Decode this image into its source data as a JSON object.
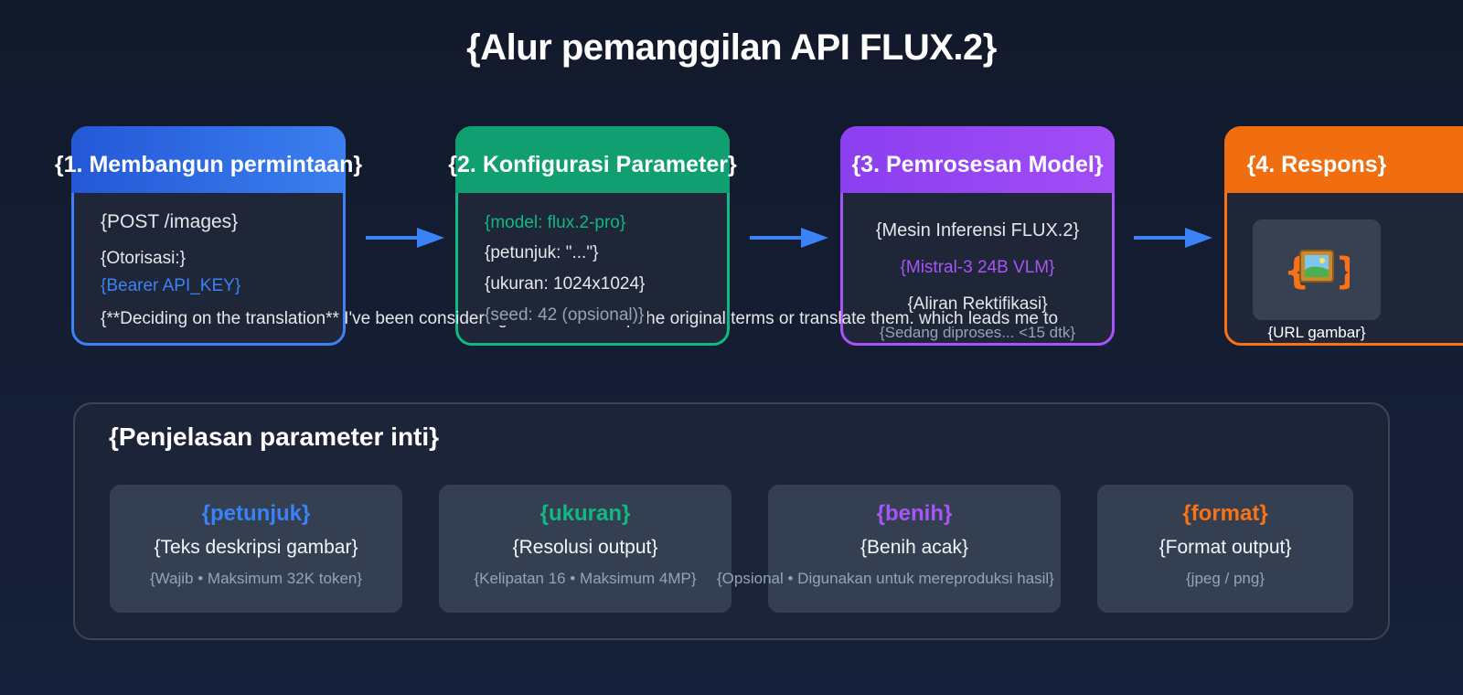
{
  "title": "{Alur pemanggilan API FLUX.2}",
  "steps": [
    {
      "title": "{1. Membangun permintaan}",
      "lines": [
        "{POST /images}",
        "{Otorisasi:}",
        "{Bearer API_KEY}",
        "{**Deciding on the translation**  I've been considering whether to keep the original terms or translate them, which leads me to"
      ]
    },
    {
      "title": "{2. Konfigurasi Parameter}",
      "lines": [
        "{model: flux.2-pro}",
        "{petunjuk: \"...\"}",
        "{ukuran: 1024x1024}",
        "{seed: 42 (opsional)}"
      ]
    },
    {
      "title": "{3. Pemrosesan Model}",
      "lines": [
        "{Mesin Inferensi FLUX.2}",
        "{Mistral-3 24B VLM}",
        "{Aliran Rektifikasi}",
        "{Sedang diproses... <15 dtk}"
      ]
    },
    {
      "title": "{4. Respons}",
      "lines": [
        "{URL gambar}"
      ],
      "icon": "picture-frame-icon"
    }
  ],
  "panel": {
    "title": "{Penjelasan parameter inti}",
    "params": [
      {
        "name": "{petunjuk}",
        "desc": "{Teks deskripsi gambar}",
        "note": "{Wajib • Maksimum 32K token}"
      },
      {
        "name": "{ukuran}",
        "desc": "{Resolusi output}",
        "note": "{Kelipatan 16 • Maksimum 4MP}"
      },
      {
        "name": "{benih}",
        "desc": "{Benih acak}",
        "note": "{Opsional • Digunakan untuk mereproduksi hasil}"
      },
      {
        "name": "{format}",
        "desc": "{Format output}",
        "note": "{jpeg / png}"
      }
    ]
  },
  "colors": {
    "blue": "#3b82f6",
    "green": "#10b981",
    "purple": "#a855f7",
    "orange": "#f97316"
  }
}
